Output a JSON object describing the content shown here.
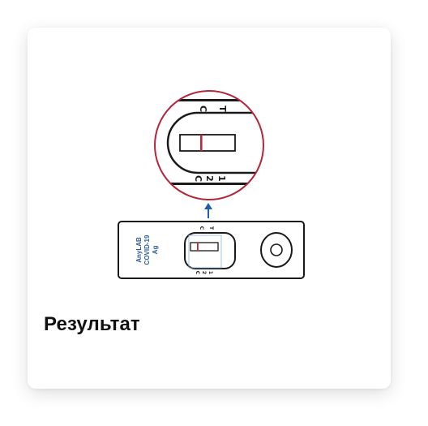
{
  "card": {
    "title": "Результат"
  },
  "test_device": {
    "brand_lines": [
      "AnyLAB",
      "COVID-19",
      "Ag"
    ],
    "marker_c": "C",
    "marker_t": "T",
    "marker_2": "2",
    "marker_1": "1"
  },
  "colors": {
    "magnifier_ring": "#b3263a",
    "control_line": "#c0283c",
    "arrow": "#1e5fa8",
    "brand_text": "#2c5d99",
    "outline": "#1a1a1a"
  },
  "icons": {
    "arrow": "arrow-up-icon",
    "sample_well": "sample-well-icon"
  }
}
